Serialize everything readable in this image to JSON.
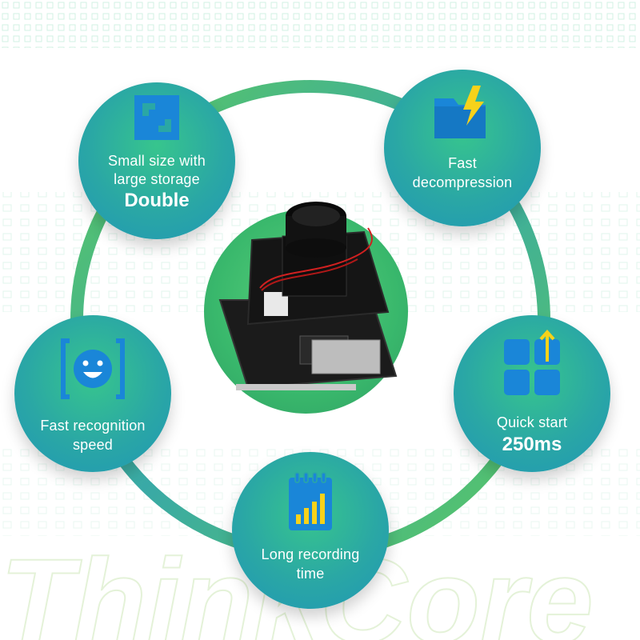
{
  "features": {
    "storage": {
      "line1": "Small size with",
      "line2": "large storage",
      "highlight": "Double",
      "icon": "expand-icon"
    },
    "decompress": {
      "line1": "Fast",
      "line2": "decompression",
      "icon": "folder-lightning-icon"
    },
    "recognition": {
      "line1": "Fast recognition",
      "line2": "speed",
      "icon": "face-scan-icon"
    },
    "quickstart": {
      "line1": "Quick start",
      "highlight": "250ms",
      "icon": "grid-arrow-up-icon"
    },
    "recording": {
      "line1": "Long recording",
      "line2": "time",
      "icon": "calendar-chart-icon"
    }
  },
  "watermark": {
    "text": "ThinkCore"
  },
  "colors": {
    "ring": "#3aa8a6",
    "circle": "#2aa7a5",
    "accent_green": "#39c46e",
    "icon_blue": "#1a86d8",
    "icon_yellow": "#f7d21a"
  }
}
